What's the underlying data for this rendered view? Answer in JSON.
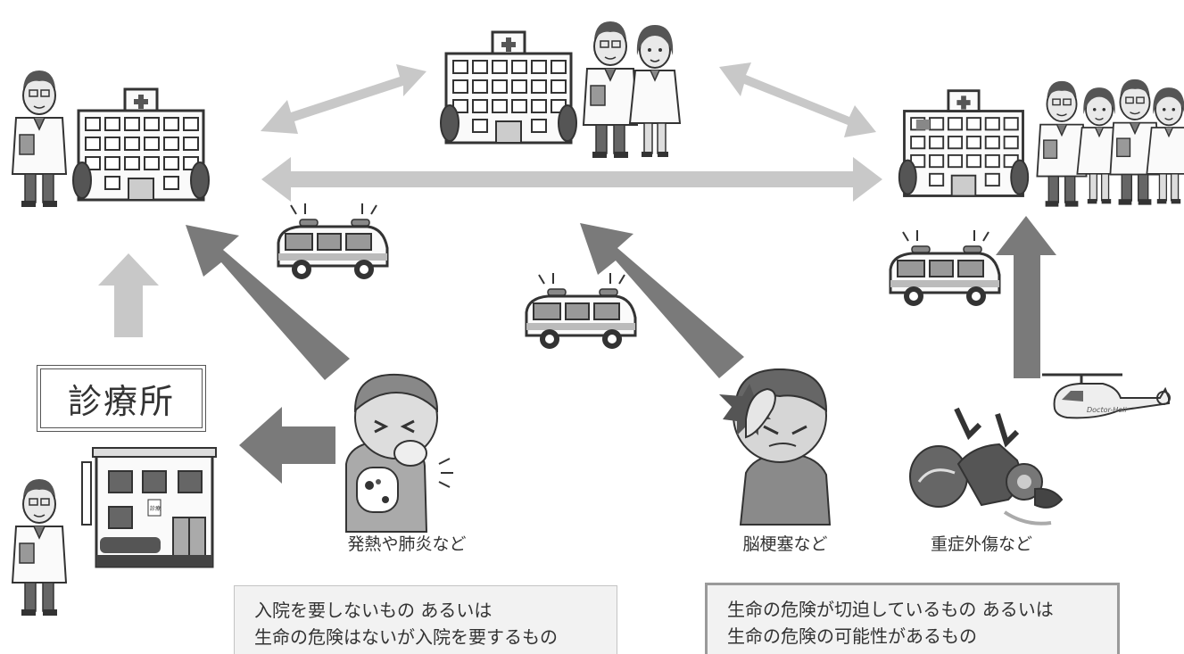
{
  "clinic": {
    "label": "診療所"
  },
  "cases": {
    "fever": "発熱や肺炎など",
    "stroke": "脳梗塞など",
    "trauma": "重症外傷など"
  },
  "notes": {
    "left": {
      "line1": "入院を要しないもの あるいは",
      "line2": "生命の危険はないが入院を要するもの"
    },
    "right": {
      "line1": "生命の危険が切迫しているもの あるいは",
      "line2": "生命の危険の可能性があるもの"
    }
  },
  "helicopter": {
    "label": "Doctor-Heli"
  },
  "clinic_sign": {
    "label": "診療"
  }
}
